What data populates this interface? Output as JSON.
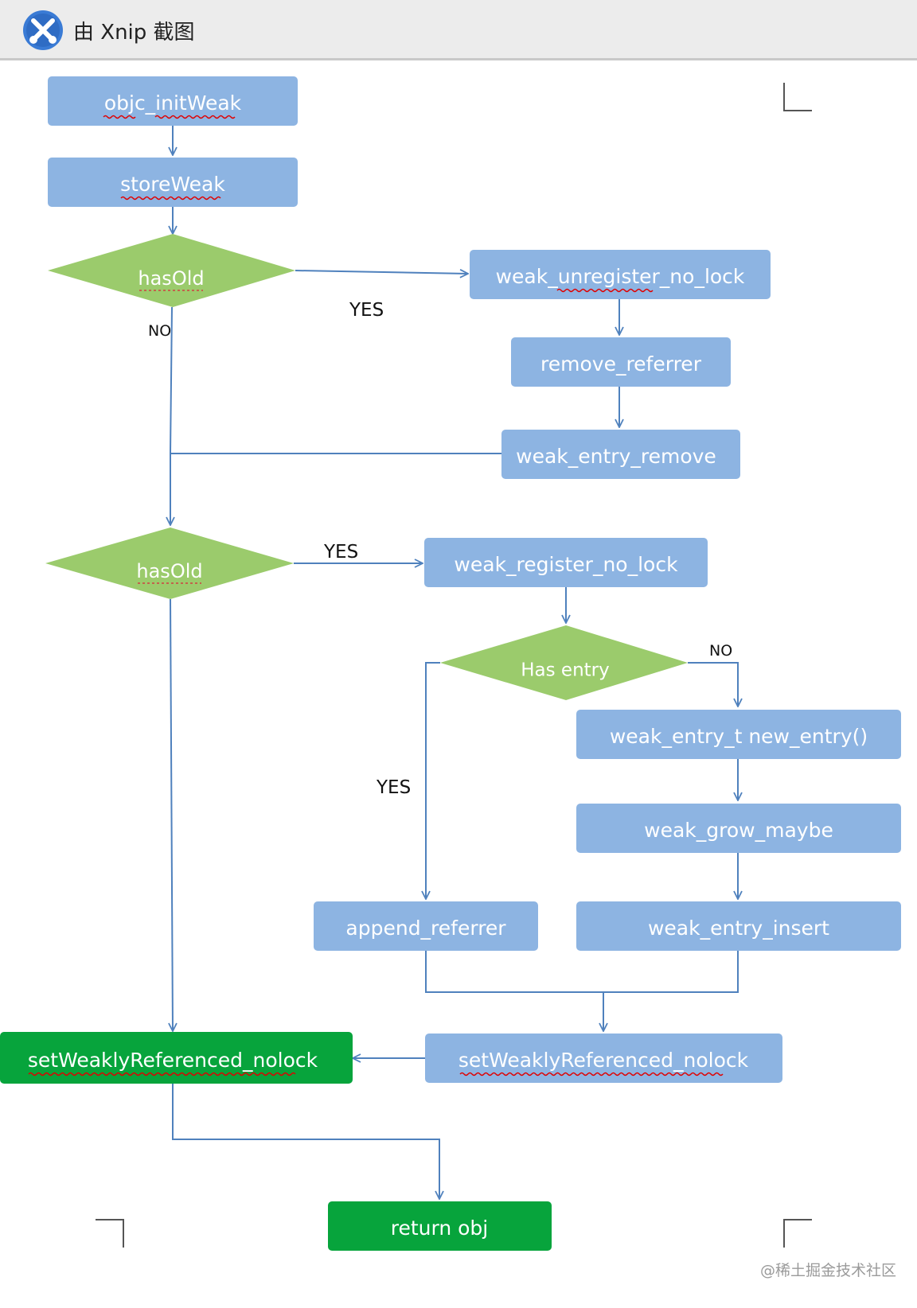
{
  "window": {
    "title": "由 Xnip 截图",
    "app_icon": "xnip-scissors-icon"
  },
  "colors": {
    "box_blue": "#8db4e2",
    "diamond_green": "#9bcb6c",
    "box_green": "#07a43c",
    "edge": "#4f81bd",
    "spellcheck": "#e00000"
  },
  "nodes": {
    "objc_initWeak": "objc_initWeak",
    "storeWeak": "storeWeak",
    "hasOld_1": "hasOld",
    "weak_unregister_no_lock": "weak_unregister_no_lock",
    "remove_referrer": "remove_referrer",
    "weak_entry_remove": "weak_entry_remove",
    "hasOld_2": "hasOld",
    "weak_register_no_lock": "weak_register_no_lock",
    "has_entry": "Has entry",
    "weak_entry_t_new_entry": "weak_entry_t new_entry()",
    "weak_grow_maybe": "weak_grow_maybe",
    "append_referrer": "append_referrer",
    "weak_entry_insert": "weak_entry_insert",
    "setWeaklyReferenced_nolock_right": "setWeaklyReferenced_nolock",
    "setWeaklyReferenced_nolock_left": "setWeaklyReferenced_nolock",
    "return_obj": "return obj"
  },
  "edge_labels": {
    "hasold1_yes": "YES",
    "hasold1_no": "NO",
    "hasold2_yes": "YES",
    "has_entry_no": "NO",
    "has_entry_yes": "YES"
  },
  "watermark": "@稀土掘金技术社区"
}
